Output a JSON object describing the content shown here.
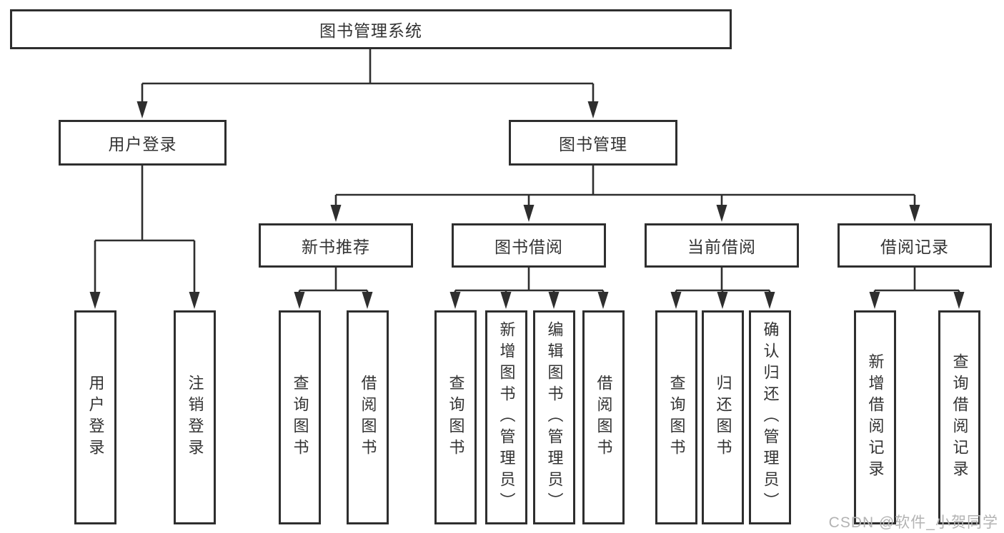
{
  "colors": {
    "line": "#2e2e2e",
    "text": "#333333",
    "watermark": "#b3b3b3",
    "background": "#ffffff"
  },
  "watermark": {
    "text": "CSDN @软件_小贺同学"
  },
  "nodes": {
    "root": "图书管理系统",
    "user_login": {
      "label": "用户登录",
      "children": {
        "login": "用户登录",
        "logout": "注销登录"
      }
    },
    "book_mgmt": {
      "label": "图书管理",
      "children": {
        "new_book_rec": {
          "label": "新书推荐",
          "children": {
            "query": "查询图书",
            "borrow": "借阅图书"
          }
        },
        "book_borrow": {
          "label": "图书借阅",
          "children": {
            "query": "查询图书",
            "add": "新增图书（管理员）",
            "edit": "编辑图书（管理员）",
            "borrow": "借阅图书"
          }
        },
        "current_borrow": {
          "label": "当前借阅",
          "children": {
            "query": "查询图书",
            "return": "归还图书",
            "confirm": "确认归还（管理员）"
          }
        },
        "borrow_record": {
          "label": "借阅记录",
          "children": {
            "add": "新增借阅记录",
            "query": "查询借阅记录"
          }
        }
      }
    }
  }
}
